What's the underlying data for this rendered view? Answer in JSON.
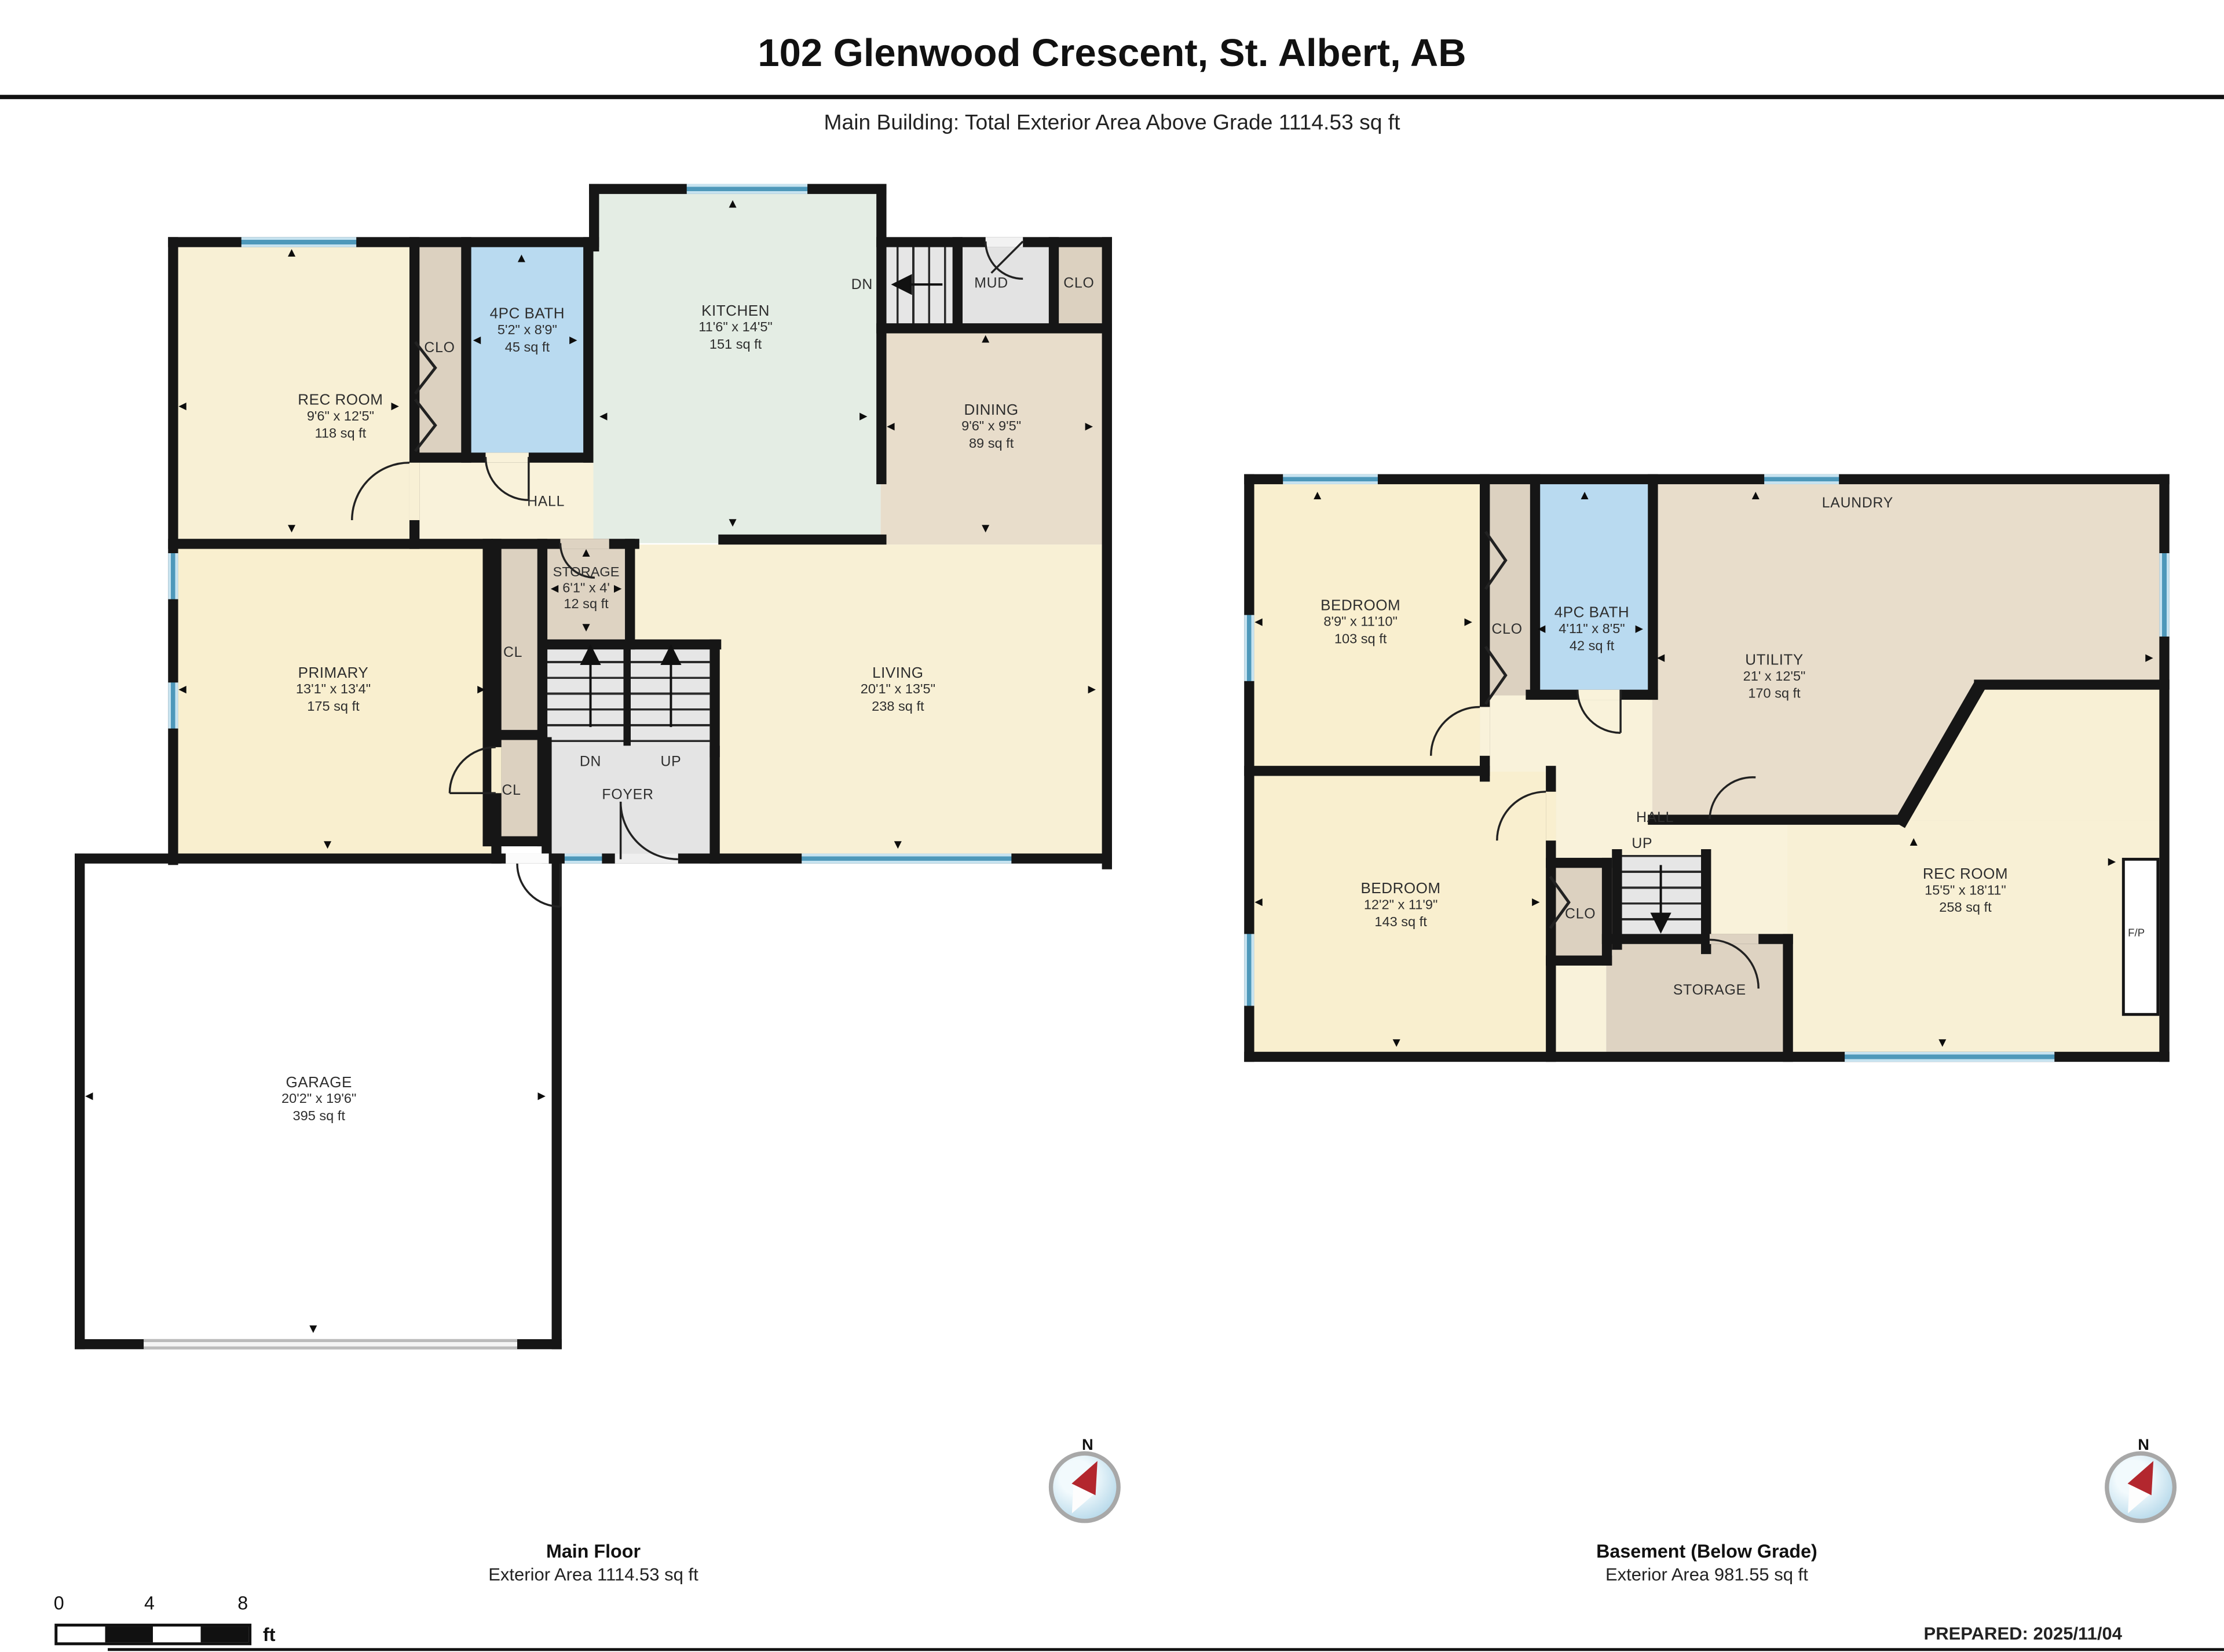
{
  "header": {
    "title": "102 Glenwood Crescent, St. Albert, AB",
    "subtitle": "Main Building: Total Exterior Area Above Grade 1114.53 sq ft"
  },
  "floors": [
    {
      "caption_title": "Main Floor",
      "caption_sub": "Exterior Area 1114.53 sq ft",
      "rooms": {
        "rec_room": {
          "name": "REC ROOM",
          "dims": "9'6\" x 12'5\"",
          "area": "118 sq ft"
        },
        "clo_hall": "CLO",
        "bath": {
          "name": "4PC BATH",
          "dims": "5'2\" x 8'9\"",
          "area": "45 sq ft"
        },
        "kitchen": {
          "name": "KITCHEN",
          "dims": "11'6\" x 14'5\"",
          "area": "151 sq ft"
        },
        "dn_top": "DN",
        "mud": "MUD",
        "clo_mud": "CLO",
        "dining": {
          "name": "DINING",
          "dims": "9'6\" x 9'5\"",
          "area": "89 sq ft"
        },
        "hall": "HALL",
        "storage": {
          "name": "STORAGE",
          "dims": "6'1\" x 4'",
          "area": "12 sq ft"
        },
        "cl_upper": "CL",
        "cl_lower": "CL",
        "primary": {
          "name": "PRIMARY",
          "dims": "13'1\" x 13'4\"",
          "area": "175 sq ft"
        },
        "living": {
          "name": "LIVING",
          "dims": "20'1\" x 13'5\"",
          "area": "238 sq ft"
        },
        "dn": "DN",
        "up": "UP",
        "foyer": "FOYER",
        "garage": {
          "name": "GARAGE",
          "dims": "20'2\" x 19'6\"",
          "area": "395 sq ft"
        }
      }
    },
    {
      "caption_title": "Basement (Below Grade)",
      "caption_sub": "Exterior Area 981.55 sq ft",
      "rooms": {
        "bedroom1": {
          "name": "BEDROOM",
          "dims": "8'9\" x 11'10\"",
          "area": "103 sq ft"
        },
        "clo1": "CLO",
        "bath": {
          "name": "4PC BATH",
          "dims": "4'11\" x 8'5\"",
          "area": "42 sq ft"
        },
        "laundry": "LAUNDRY",
        "utility": {
          "name": "UTILITY",
          "dims": "21' x 12'5\"",
          "area": "170 sq ft"
        },
        "hall": "HALL",
        "up": "UP",
        "bedroom2": {
          "name": "BEDROOM",
          "dims": "12'2\" x 11'9\"",
          "area": "143 sq ft"
        },
        "clo2": "CLO",
        "storage": "STORAGE",
        "rec_room": {
          "name": "REC ROOM",
          "dims": "15'5\" x 18'11\"",
          "area": "258 sq ft"
        },
        "fireplace": "F/P"
      }
    }
  ],
  "compass": {
    "label": "N"
  },
  "scale_bar": {
    "ticks": [
      "0",
      "4",
      "8"
    ],
    "unit": "ft"
  },
  "footer": {
    "prepared": "PREPARED: 2025/11/04"
  },
  "icons": {
    "up": "▲",
    "down": "▼",
    "left": "◄",
    "right": "►"
  }
}
